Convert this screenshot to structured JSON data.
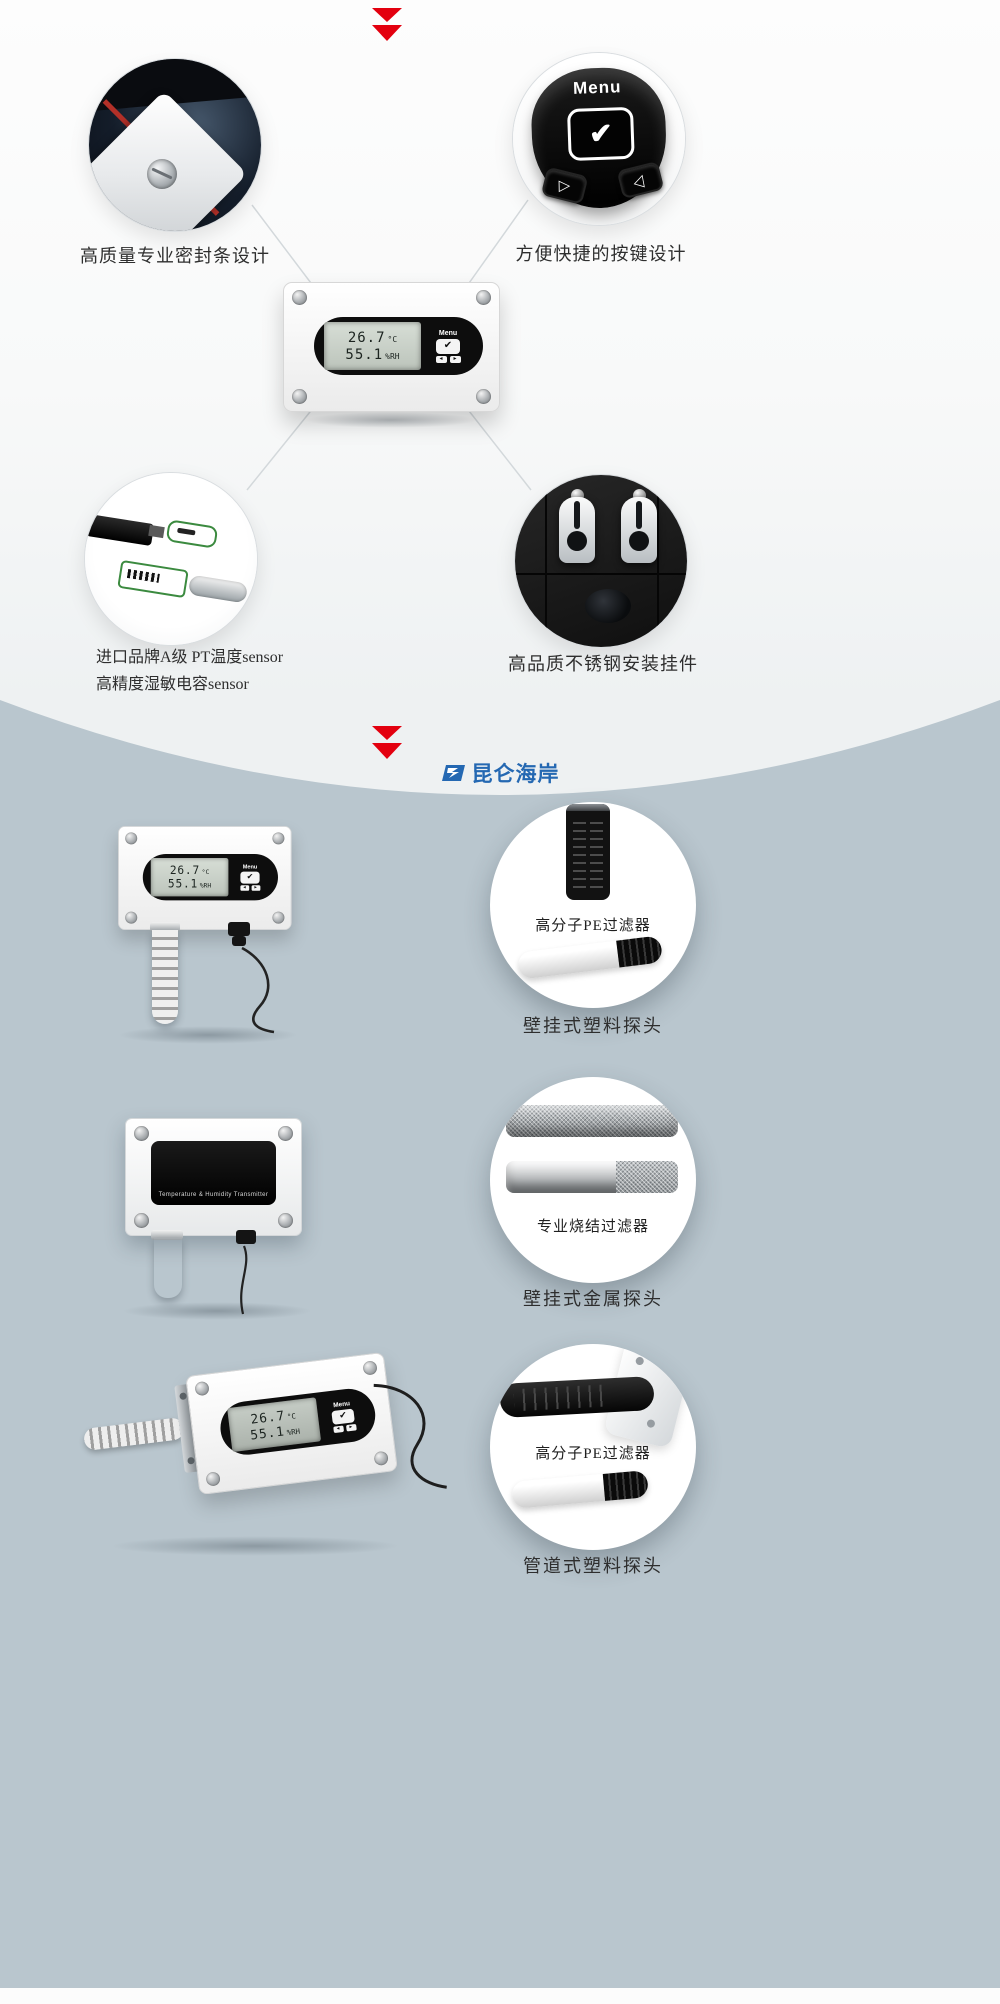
{
  "colors": {
    "accent_red": "#e3000f",
    "section_bg": "#b9c6ce",
    "brand_blue": "#2468b2",
    "caption_text": "#2e2e2e"
  },
  "features": [
    {
      "caption": "高质量专业密封条设计"
    },
    {
      "caption": "方便快捷的按键设计"
    },
    {
      "caption_line1": "进口品牌A级 PT温度sensor",
      "caption_line2": "高精度湿敏电容sensor"
    },
    {
      "caption": "高品质不锈钢安装挂件"
    }
  ],
  "keypad": {
    "menu": "Menu"
  },
  "device": {
    "menu": "Menu",
    "temp_value": "26.7",
    "temp_unit": "°C",
    "hum_value": "55.1",
    "hum_unit": "%RH"
  },
  "brand": {
    "name": "昆仑海岸"
  },
  "products": [
    {
      "filter": "高分子PE过滤器",
      "caption": "壁挂式塑料探头"
    },
    {
      "filter": "专业烧结过滤器",
      "caption": "壁挂式金属探头",
      "panel_label": "Temperature & Humidity Transmitter"
    },
    {
      "filter": "高分子PE过滤器",
      "caption": "管道式塑料探头"
    }
  ],
  "icons": {
    "check": "✔",
    "triangle_outline": "▷",
    "triangle_left": "◂",
    "triangle_right": "▸"
  }
}
